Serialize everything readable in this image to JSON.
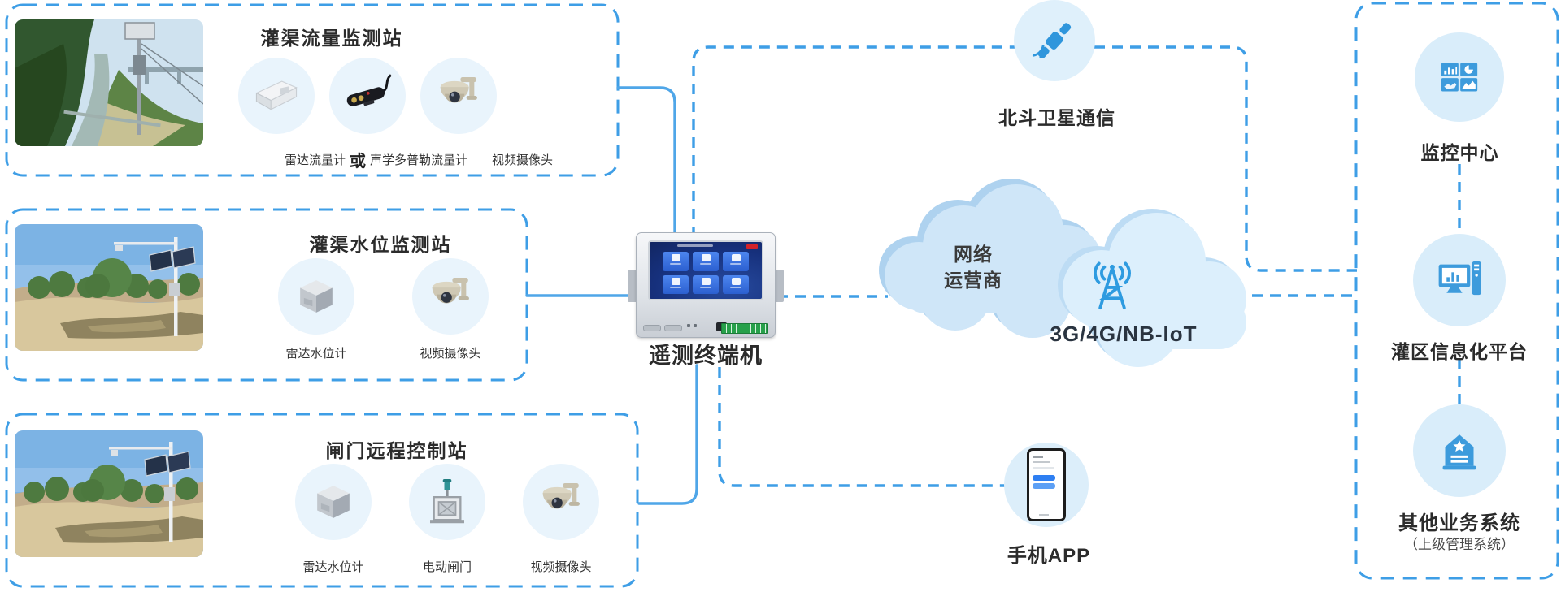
{
  "colors": {
    "accent_dashed": "#3E9EE6",
    "accent_solid": "#4FA6E8",
    "item_circle_bg": "#E9F4FC",
    "node_circle_bg": "#DFF0FB",
    "icon_blue": "#2F96DC",
    "cloud_left_fill": "#CFE6F8",
    "cloud_right_fill": "#DCEFFC",
    "text_dark": "#2B2B2B"
  },
  "stations": [
    {
      "title": "灌渠流量监测站",
      "or_label": "或",
      "items": [
        {
          "label": "雷达流量计",
          "icon": "radar-flow-meter"
        },
        {
          "label": "声学多普勒流量计",
          "icon": "doppler-flow-meter"
        },
        {
          "label": "视频摄像头",
          "icon": "ptz-camera"
        }
      ]
    },
    {
      "title": "灌渠水位监测站",
      "items": [
        {
          "label": "雷达水位计",
          "icon": "radar-level-gauge"
        },
        {
          "label": "视频摄像头",
          "icon": "ptz-camera"
        }
      ]
    },
    {
      "title": "闸门远程控制站",
      "items": [
        {
          "label": "雷达水位计",
          "icon": "radar-level-gauge"
        },
        {
          "label": "电动闸门",
          "icon": "electric-gate"
        },
        {
          "label": "视频摄像头",
          "icon": "ptz-camera"
        }
      ]
    }
  ],
  "terminal": {
    "label": "遥测终端机"
  },
  "satellite": {
    "label": "北斗卫星通信"
  },
  "cloud": {
    "operator_line1": "网络",
    "operator_line2": "运营商",
    "tech": "3G/4G/NB-IoT"
  },
  "phone": {
    "label": "手机APP"
  },
  "panel": {
    "nodes": [
      {
        "label": "监控中心",
        "icon": "dashboard"
      },
      {
        "label": "灌区信息化平台",
        "icon": "platform-computer"
      },
      {
        "label": "其他业务系统",
        "sub": "（上级管理系统）",
        "icon": "org-building"
      }
    ]
  }
}
